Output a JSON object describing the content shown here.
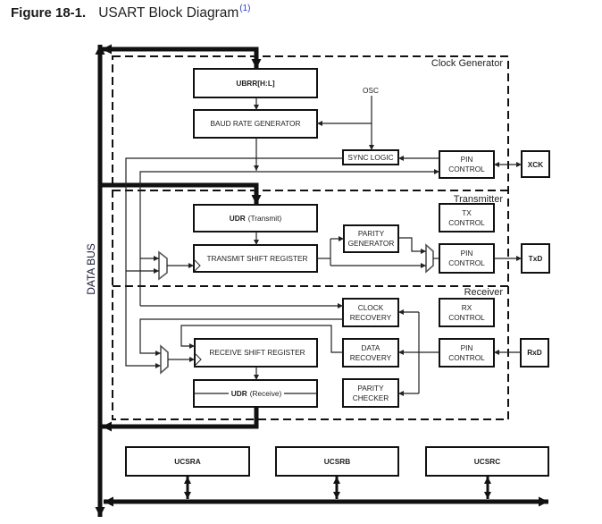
{
  "figure": {
    "number": "Figure 18-1.",
    "title": "USART Block Diagram",
    "footnote_ref": "(1)"
  },
  "bus": {
    "label": "DATA BUS"
  },
  "sections": {
    "clock_generator": "Clock Generator",
    "transmitter": "Transmitter",
    "receiver": "Receiver"
  },
  "signals": {
    "osc": "OSC"
  },
  "clock_generator": {
    "ubrr": "UBRR[H:L]",
    "baud_rate_generator": "BAUD RATE GENERATOR",
    "sync_logic": "SYNC LOGIC",
    "pin_control": [
      "PIN",
      "CONTROL"
    ]
  },
  "transmitter": {
    "udr": {
      "name": "UDR",
      "qualifier": "(Transmit)"
    },
    "tx_control": [
      "TX",
      "CONTROL"
    ],
    "parity_generator": [
      "PARITY",
      "GENERATOR"
    ],
    "shift_register": "TRANSMIT SHIFT REGISTER",
    "pin_control": [
      "PIN",
      "CONTROL"
    ]
  },
  "receiver": {
    "clock_recovery": [
      "CLOCK",
      "RECOVERY"
    ],
    "rx_control": [
      "RX",
      "CONTROL"
    ],
    "shift_register": "RECEIVE SHIFT REGISTER",
    "data_recovery": [
      "DATA",
      "RECOVERY"
    ],
    "pin_control": [
      "PIN",
      "CONTROL"
    ],
    "udr": {
      "name": "UDR",
      "qualifier": "(Receive)"
    },
    "parity_checker": [
      "PARITY",
      "CHECKER"
    ]
  },
  "pins": {
    "xck": "XCK",
    "txd": "TxD",
    "rxd": "RxD"
  },
  "status_registers": [
    "UCSRA",
    "UCSRB",
    "UCSRC"
  ],
  "colors": {
    "footnote_ref": "#2a3fc0",
    "ink": "#111111"
  }
}
